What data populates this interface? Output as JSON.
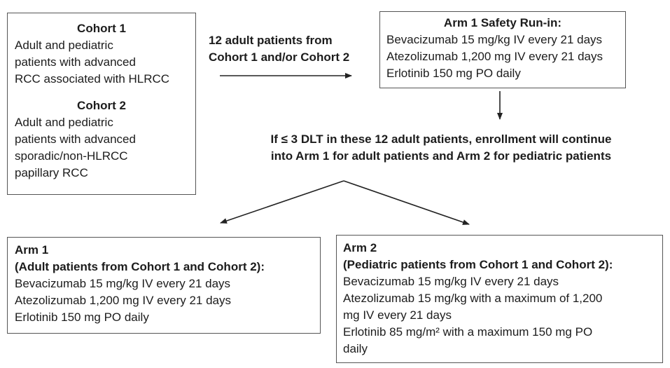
{
  "cohorts_box": {
    "cohort1": {
      "title": "Cohort 1",
      "lines": [
        "Adult and pediatric",
        "patients with advanced",
        "RCC associated with HLRCC"
      ]
    },
    "cohort2": {
      "title": "Cohort 2",
      "lines": [
        "Adult and pediatric",
        "patients with advanced",
        "sporadic/non-HLRCC",
        "papillary RCC"
      ]
    }
  },
  "transfer_label": {
    "lines": [
      "12 adult patients from",
      "Cohort 1 and/or Cohort 2"
    ]
  },
  "safety_runin": {
    "title": "Arm 1 Safety Run-in:",
    "lines": [
      "Bevacizumab 15 mg/kg IV every 21 days",
      "Atezolizumab 1,200 mg IV every 21 days",
      "Erlotinib 150 mg PO daily"
    ]
  },
  "condition": {
    "lines": [
      "If ≤ 3 DLT in these 12 adult patients, enrollment will continue",
      "into Arm 1 for adult patients and Arm 2 for pediatric patients"
    ]
  },
  "arm1": {
    "title": "Arm 1",
    "subtitle": "(Adult patients from Cohort 1 and Cohort 2):",
    "lines": [
      "Bevacizumab 15 mg/kg IV every 21 days",
      "Atezolizumab 1,200 mg IV every 21 days",
      "Erlotinib 150 mg PO daily"
    ]
  },
  "arm2": {
    "title": "Arm 2",
    "subtitle": "(Pediatric patients from Cohort 1 and Cohort 2):",
    "lines": [
      "Bevacizumab 15 mg/kg IV every 21 days",
      "Atezolizumab 15 mg/kg with a maximum of 1,200",
      "mg IV every 21 days",
      "Erlotinib 85 mg/m²  with a maximum 150 mg PO",
      "daily"
    ]
  }
}
